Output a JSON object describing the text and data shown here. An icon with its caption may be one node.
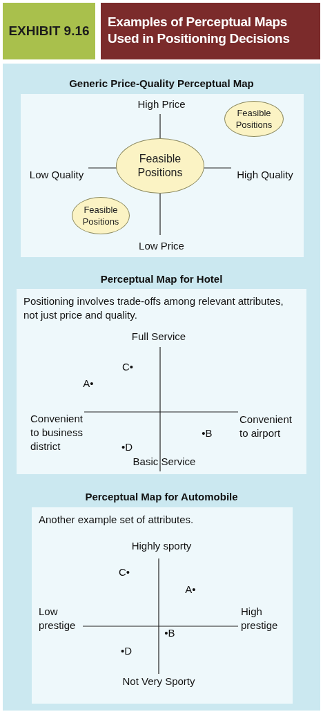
{
  "diagram": {
    "title": "Examples of Perceptual Maps Used in Positioning Decisions",
    "nodes": [
      {
        "text": [
          "Generic Price-Quality Perceptual Map"
        ]
      },
      {
        "text": [
          "Feasible Positions"
        ],
        "in": 0
      },
      {
        "text": [
          "Feasible Positions"
        ],
        "in": 0
      },
      {
        "text": [
          "Feasible Positions"
        ],
        "in": 0
      },
      {
        "text": [
          "Perceptual Map for Hotel",
          "Positioning involves trade-offs among relevant attributes, not just price and quality."
        ]
      },
      {
        "text": [
          "Perceptual Map for Automobile",
          "Another example set of attributes."
        ]
      }
    ],
    "edges": [],
    "labels": [
      "EXHIBIT 9.16",
      "High Price",
      "Low Quality",
      "High Quality",
      "Low Price",
      "Full Service",
      "C•",
      "A•",
      "Convenient to business district",
      "Convenient to airport",
      "•B",
      "•D",
      "Basic Service",
      "Highly sporty",
      "C•",
      "A•",
      "Low prestige",
      "High prestige",
      "•B",
      "•D",
      "Not Very Sporty"
    ]
  }
}
